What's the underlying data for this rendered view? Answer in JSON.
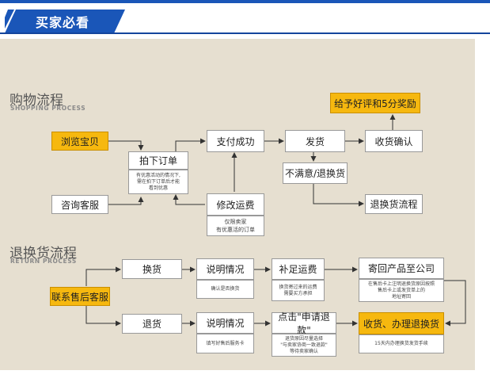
{
  "header": {
    "title": "买家必看",
    "colors": {
      "stripe": "#1a56b8",
      "panel": "#e6dfd0",
      "highlight": "#f6b80f"
    }
  },
  "shopping": {
    "title": "购物流程",
    "subtitle": "SHOPPING PROCESS",
    "browse": "浏览宝贝",
    "consult": "咨询客服",
    "order": "拍下订单",
    "order_note_1": "有优惠活动的情况下,",
    "order_note_2": "需在拍下订单后才能",
    "order_note_3": "看到优惠",
    "pay_success": "支付成功",
    "ship": "发货",
    "receipt": "收货确认",
    "review": "给予好评和5分奖励",
    "unsatisfied": "不满意/退换货",
    "return_flow": "退换货流程",
    "modify_shipping": "修改运费",
    "modify_note_1": "仅限卖家",
    "modify_note_2": "有优惠活的订单"
  },
  "returns": {
    "title": "退换货流程",
    "subtitle": "RETURN PROCESS",
    "contact": "联系售后客服",
    "exchange": "换货",
    "explain_1": "说明情况",
    "explain_1_note": "确认是否换货",
    "supplement": "补足运费",
    "supplement_note_1": "换货寄过来的运费",
    "supplement_note_2": "需要买方承担",
    "send_back": "寄回产品至公司",
    "send_back_note_1": "在售后卡上注明退换货原因按照",
    "send_back_note_2": "售后卡上或发货单上的",
    "send_back_note_3": "地址寄回",
    "refund": "退货",
    "explain_2": "说明情况",
    "explain_2_note": "填写好售后服务卡",
    "apply_refund": "点击\"申请退款\"",
    "apply_note_1": "退货原因尽量选择",
    "apply_note_2": "\"与卖家协商一致退款\"",
    "apply_note_3": "等待卖家确认",
    "receive_process": "收货、办理退换货",
    "receive_note": "15天内办理换货发货手续"
  }
}
